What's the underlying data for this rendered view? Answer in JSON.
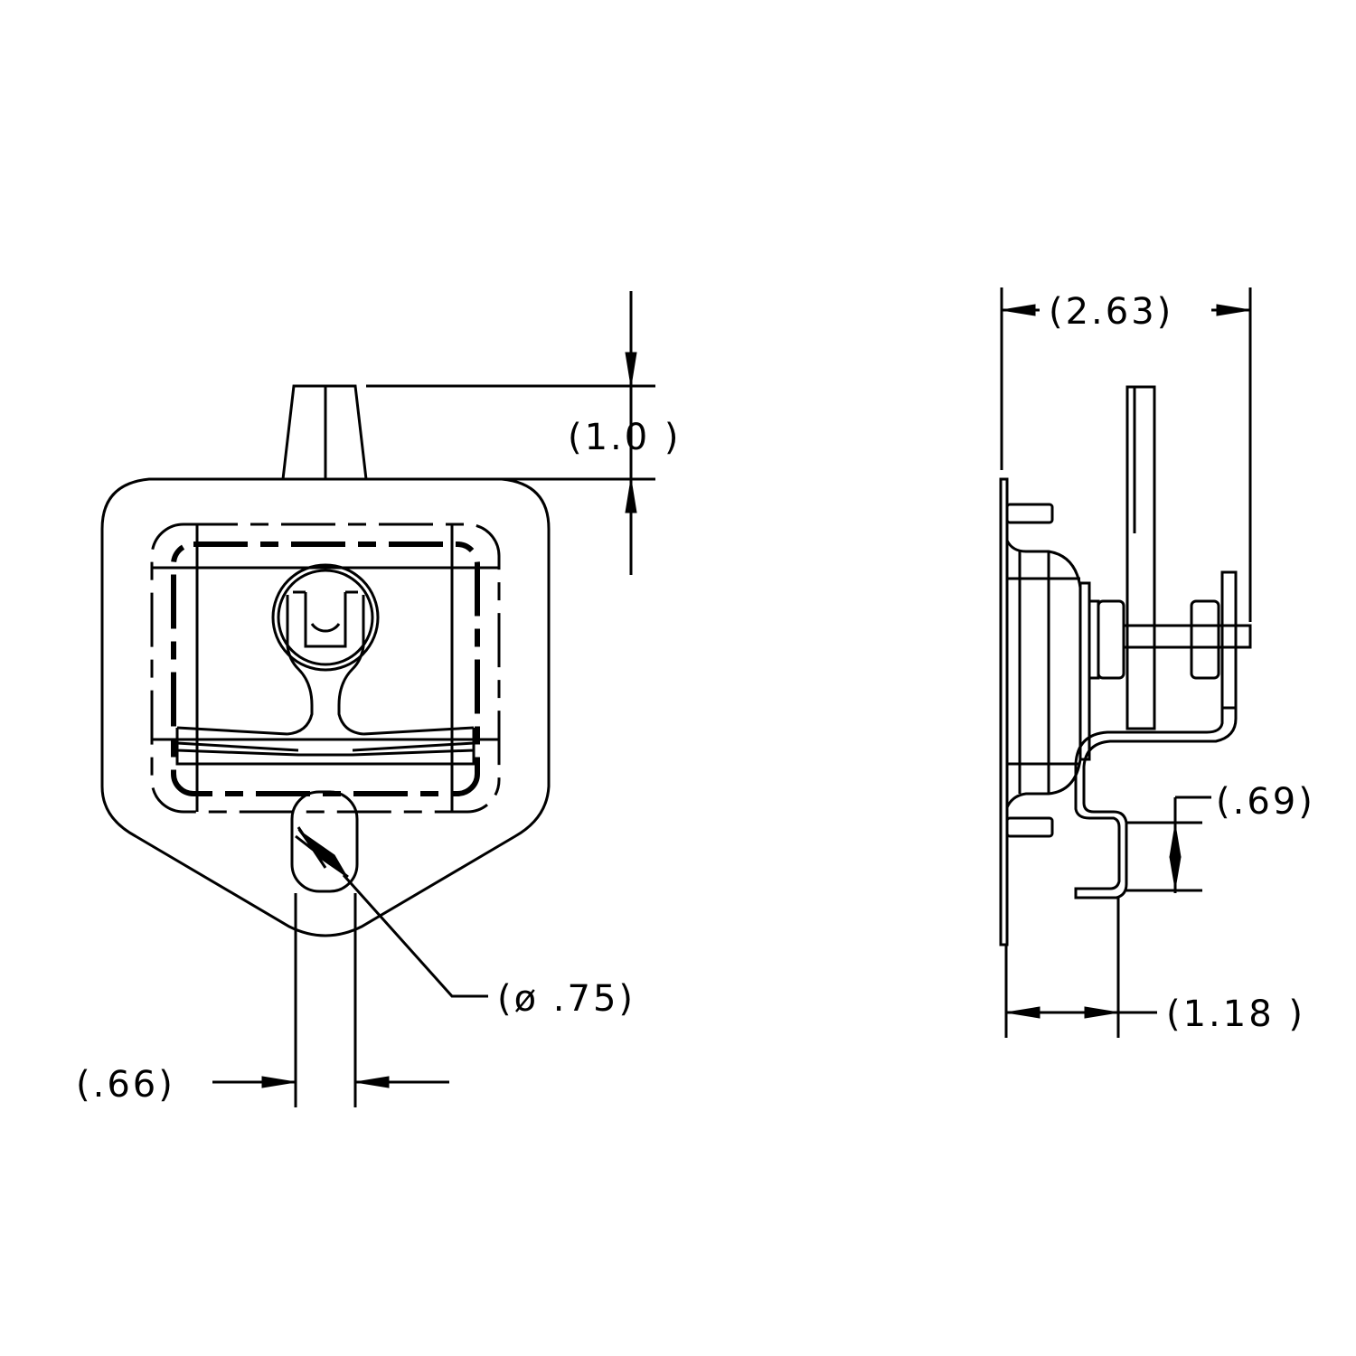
{
  "drawing": {
    "front_view": {
      "dim_height_stem": "(1.0 )",
      "dim_hole_diameter": "(ø .75)",
      "dim_hole_width": "(.66)"
    },
    "side_view": {
      "dim_overall_depth": "(2.63)",
      "dim_bracket_offset": "(.69)",
      "dim_bracket_depth": "(1.18 )"
    },
    "line_color": "#000000",
    "background_color": "#ffffff"
  }
}
